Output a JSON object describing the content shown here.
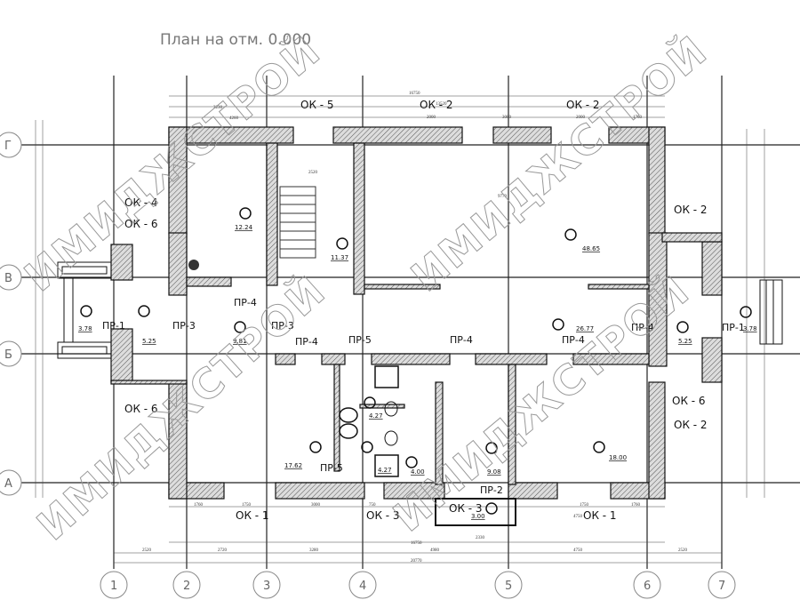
{
  "title": "План на отм. 0.000",
  "watermark": "ИМИДЖСТРОЙ",
  "axes": {
    "rows": [
      "Г",
      "В",
      "Б",
      "А"
    ],
    "columns": [
      "1",
      "2",
      "3",
      "4",
      "5",
      "6",
      "7"
    ]
  },
  "windows": [
    "ОК - 5",
    "ОК - 2",
    "ОК - 2",
    "ОК - 4",
    "ОК - 6",
    "ОК - 2",
    "ОК - 6",
    "ОК - 6",
    "ОК - 2",
    "ОК - 1",
    "ОК - 3",
    "ОК - 1",
    "ОК - 3"
  ],
  "doors": [
    "ПР-1",
    "ПР-3",
    "ПР-4",
    "ПР-3",
    "ПР-4",
    "ПР-5",
    "ПР-4",
    "ПР-4",
    "ПР-4",
    "ПР-1",
    "ПР-5",
    "ПР-2"
  ],
  "rooms": [
    "12.24",
    "11.37",
    "48.65",
    "3.78",
    "5.25",
    "9.81",
    "26.77",
    "5.25",
    "3.78",
    "4.27",
    "4.27",
    "17.62",
    "4.00",
    "9.08",
    "18.00",
    "3.00"
  ],
  "dimensions": {
    "top": [
      "16750",
      "13520",
      "3230",
      "4260",
      "2520",
      "2000",
      "3000",
      "2000",
      "1760",
      "9770"
    ],
    "bottom_segments": [
      "2520",
      "2720",
      "3280",
      "4980",
      "4750",
      "2520"
    ],
    "bottom_total": "20770",
    "bottom_openings": [
      "1760",
      "1750",
      "3000",
      "750",
      "2330",
      "4750",
      "1750",
      "1760",
      "16750"
    ]
  }
}
